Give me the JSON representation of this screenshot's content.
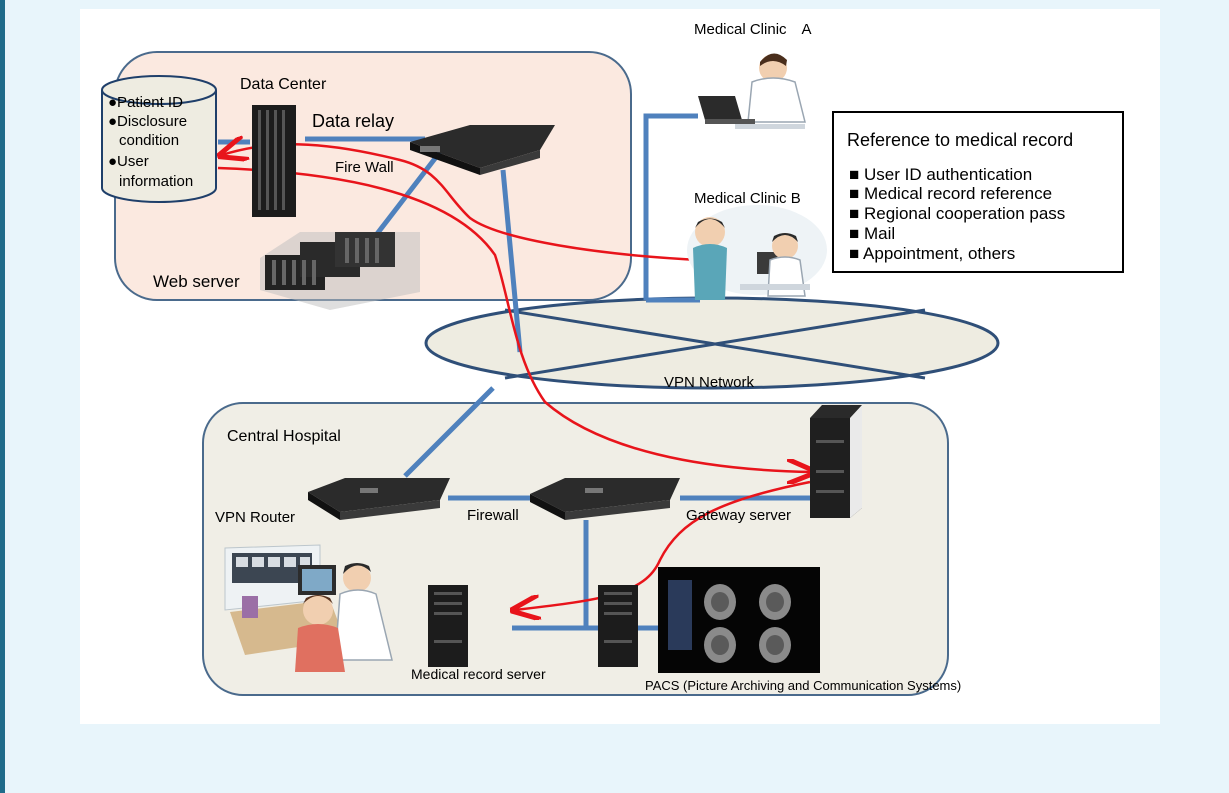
{
  "data_center": {
    "title": "Data Center",
    "db_items": [
      "●Patient ID",
      "●Disclosure",
      "condition",
      "●User",
      "information"
    ],
    "data_relay": "Data relay",
    "fire_wall": "Fire Wall",
    "web_server": "Web server"
  },
  "clinic_a": "Medical Clinic　A",
  "clinic_b": "Medical Clinic B",
  "reference_box": {
    "title": "Reference to medical record",
    "items": [
      "■  User ID authentication",
      "■  Medical record reference",
      "■  Regional cooperation pass",
      "■  Mail",
      "■  Appointment, others"
    ]
  },
  "vpn_network": "VPN Network",
  "central_hospital": {
    "title": "Central Hospital",
    "vpn_router": "VPN Router",
    "firewall": "Firewall",
    "gateway_server": "Gateway server",
    "medical_record_server": "Medical record server",
    "pacs": "PACS (Picture Archiving and Communication Systems)"
  },
  "colors": {
    "link": "#4f81bd",
    "flow": "#e8141b",
    "zone_fill": "#fbe9e0",
    "hospital_fill": "#f0eee6",
    "vpn_fill": "#eeece1",
    "vpn_stroke": "#2f4f78"
  }
}
